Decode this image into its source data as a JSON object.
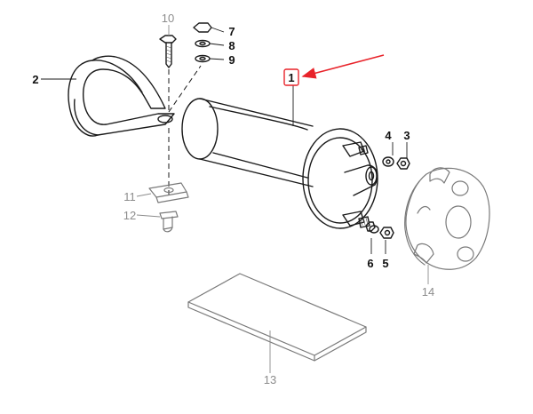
{
  "diagram": {
    "callouts": [
      {
        "id": "1",
        "label": "1",
        "highlighted": true
      },
      {
        "id": "2",
        "label": "2"
      },
      {
        "id": "3",
        "label": "3"
      },
      {
        "id": "4",
        "label": "4"
      },
      {
        "id": "5",
        "label": "5"
      },
      {
        "id": "6",
        "label": "6"
      },
      {
        "id": "7",
        "label": "7"
      },
      {
        "id": "8",
        "label": "8"
      },
      {
        "id": "9",
        "label": "9"
      },
      {
        "id": "10",
        "label": "10",
        "style": "gray"
      },
      {
        "id": "11",
        "label": "11",
        "style": "gray"
      },
      {
        "id": "12",
        "label": "12",
        "style": "gray"
      },
      {
        "id": "13",
        "label": "13",
        "style": "gray"
      },
      {
        "id": "14",
        "label": "14",
        "style": "gray"
      }
    ],
    "highlight_color": "#e8232a"
  }
}
